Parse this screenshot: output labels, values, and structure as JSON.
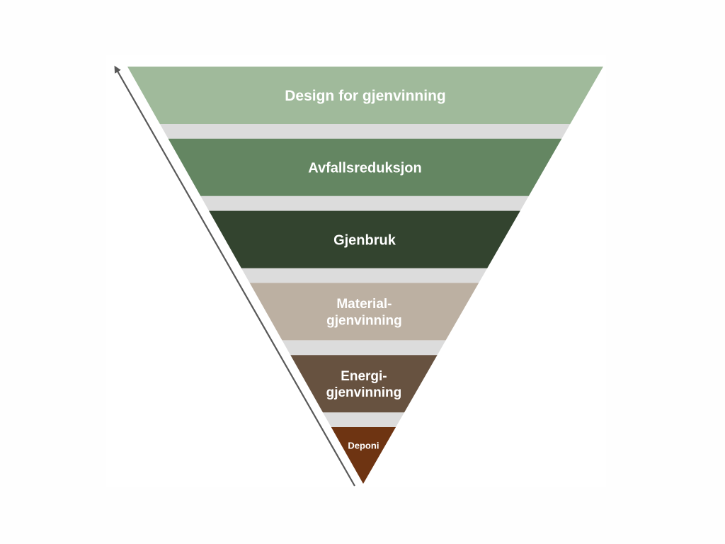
{
  "diagram": {
    "levels": [
      {
        "lines": [
          "Design for gjenvinning"
        ],
        "color": "#a0ba9b",
        "text_color": "#ffffff"
      },
      {
        "lines": [
          "Avfallsreduksjon"
        ],
        "color": "#648662",
        "text_color": "#ffffff"
      },
      {
        "lines": [
          "Gjenbruk"
        ],
        "color": "#33442f",
        "text_color": "#ffffff"
      },
      {
        "lines": [
          "Material-",
          "gjenvinning"
        ],
        "color": "#bcb0a2",
        "text_color": "#ffffff"
      },
      {
        "lines": [
          "Energi-",
          "gjenvinning"
        ],
        "color": "#675240",
        "text_color": "#ffffff"
      },
      {
        "lines": [
          "Deponi"
        ],
        "color": "#6e3412",
        "text_color": "#ffffff"
      }
    ],
    "separator_color": "#dcdcdc",
    "arrow_color": "#595959",
    "arrow_direction": "up"
  }
}
